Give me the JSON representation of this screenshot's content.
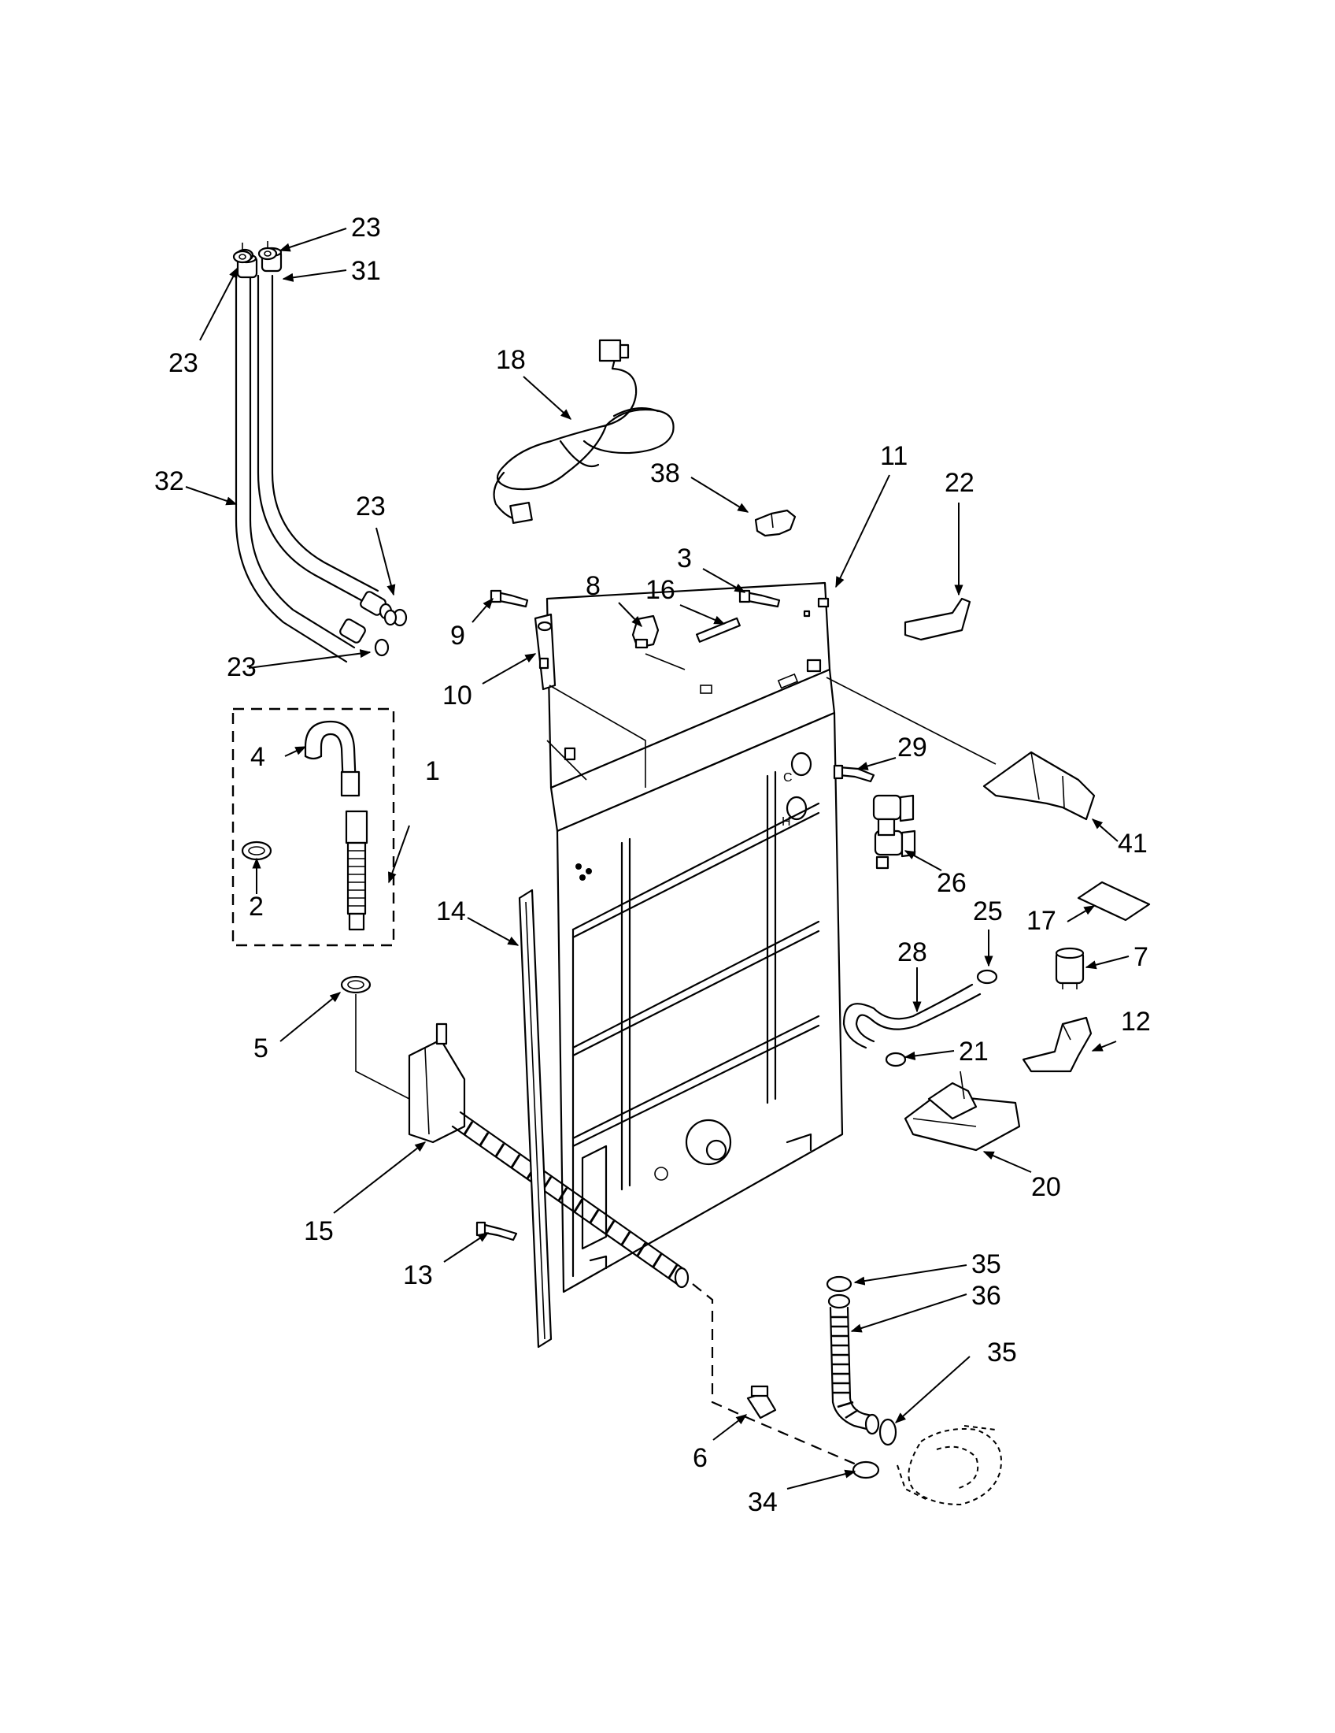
{
  "callouts": {
    "c1": "1",
    "c2": "2",
    "c3": "3",
    "c4": "4",
    "c5": "5",
    "c6": "6",
    "c7": "7",
    "c8": "8",
    "c9": "9",
    "c10": "10",
    "c11": "11",
    "c12": "12",
    "c13": "13",
    "c14": "14",
    "c15": "15",
    "c16": "16",
    "c17": "17",
    "c18": "18",
    "c20": "20",
    "c21": "21",
    "c22": "22",
    "c23a": "23",
    "c23b": "23",
    "c23c": "23",
    "c23d": "23",
    "c25": "25",
    "c26": "26",
    "c28": "28",
    "c29": "29",
    "c31": "31",
    "c32": "32",
    "c34": "34",
    "c35a": "35",
    "c35b": "35",
    "c36": "36",
    "c38": "38",
    "c41": "41"
  }
}
